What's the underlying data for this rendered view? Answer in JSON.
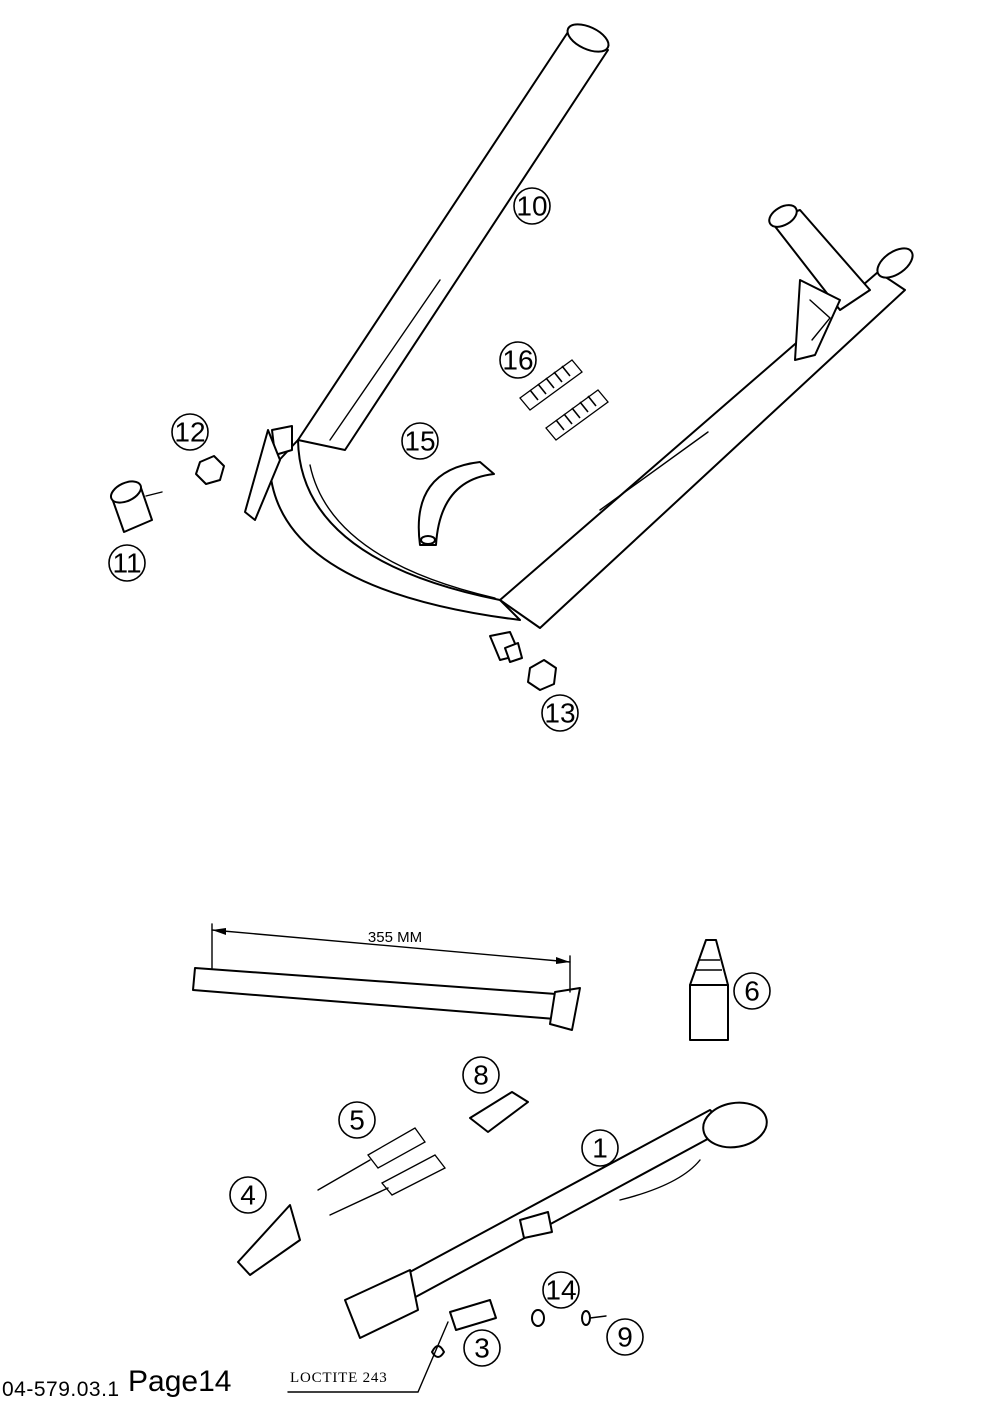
{
  "callouts": [
    "1",
    "3",
    "4",
    "5",
    "6",
    "8",
    "9",
    "10",
    "11",
    "12",
    "13",
    "14",
    "15",
    "16"
  ],
  "dimension_label": "355 MM",
  "adhesive_label": "LOCTITE 243",
  "doc_code": "04-579.03.1",
  "page_label": "Page14"
}
